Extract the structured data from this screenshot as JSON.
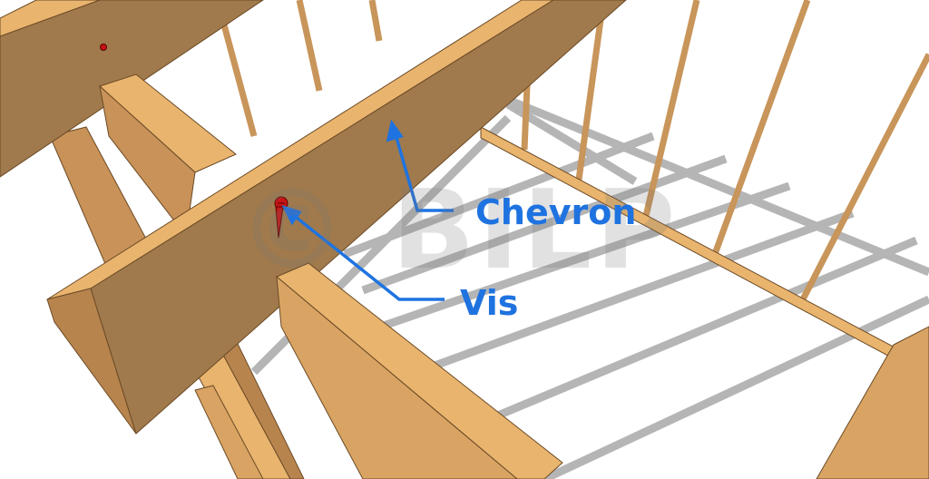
{
  "labels": {
    "chevron": "Chevron",
    "vis": "Vis"
  },
  "watermark": "© BILP",
  "colors": {
    "label": "#1f73e0",
    "wood_light": "#e9b46e",
    "wood_dark": "#a07a4c",
    "screw": "#c81414",
    "shadow": "#a8a8a8"
  }
}
